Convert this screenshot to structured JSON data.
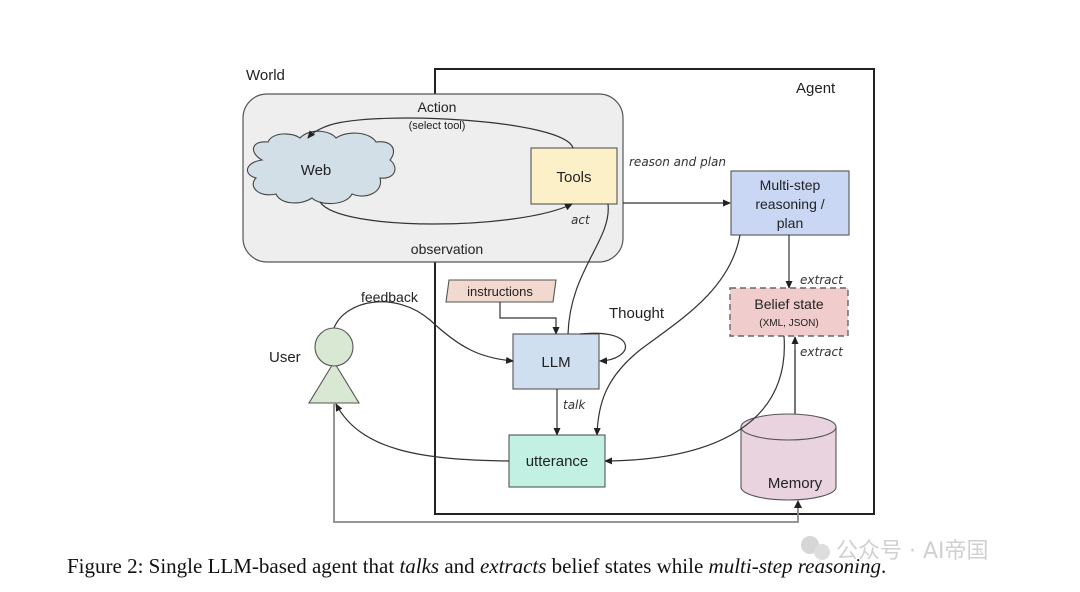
{
  "diagram": {
    "containers": {
      "world_label": "World",
      "agent_label": "Agent"
    },
    "nodes": {
      "web": "Web",
      "tools": "Tools",
      "multistep": [
        "Multi-step",
        "reasoning /",
        "plan"
      ],
      "belief_state": "Belief state",
      "belief_state_sub": "(XML, JSON)",
      "instructions": "instructions",
      "llm": "LLM",
      "utterance": "utterance",
      "memory": "Memory",
      "user": "User"
    },
    "edges": {
      "action": "Action",
      "action_sub": "(select tool)",
      "observation": "observation",
      "act": "act",
      "reason_and_plan": "reason and plan",
      "extract_top": "extract",
      "extract_bottom": "extract",
      "feedback": "feedback",
      "thought": "Thought",
      "talk": "talk"
    },
    "colors": {
      "world_fill": "#eeeeee",
      "cloud_fill": "#d3dfe6",
      "tools_fill": "#fcf0c8",
      "multistep_fill": "#c9d7f5",
      "belief_fill": "#f0cccc",
      "instructions_fill": "#f2d9d0",
      "llm_fill": "#d0dff0",
      "utterance_fill": "#c2f0e2",
      "memory_fill": "#e8d3df",
      "user_fill": "#d9e8d2"
    }
  },
  "caption": {
    "prefix": "Figure 2: Single LLM-based agent that ",
    "em1": "talks",
    "mid1": " and ",
    "em2": "extracts",
    "mid2": " belief states while ",
    "em3": "multi-step reasoning",
    "suffix": "."
  },
  "watermark": "公众号 · AI帝国"
}
